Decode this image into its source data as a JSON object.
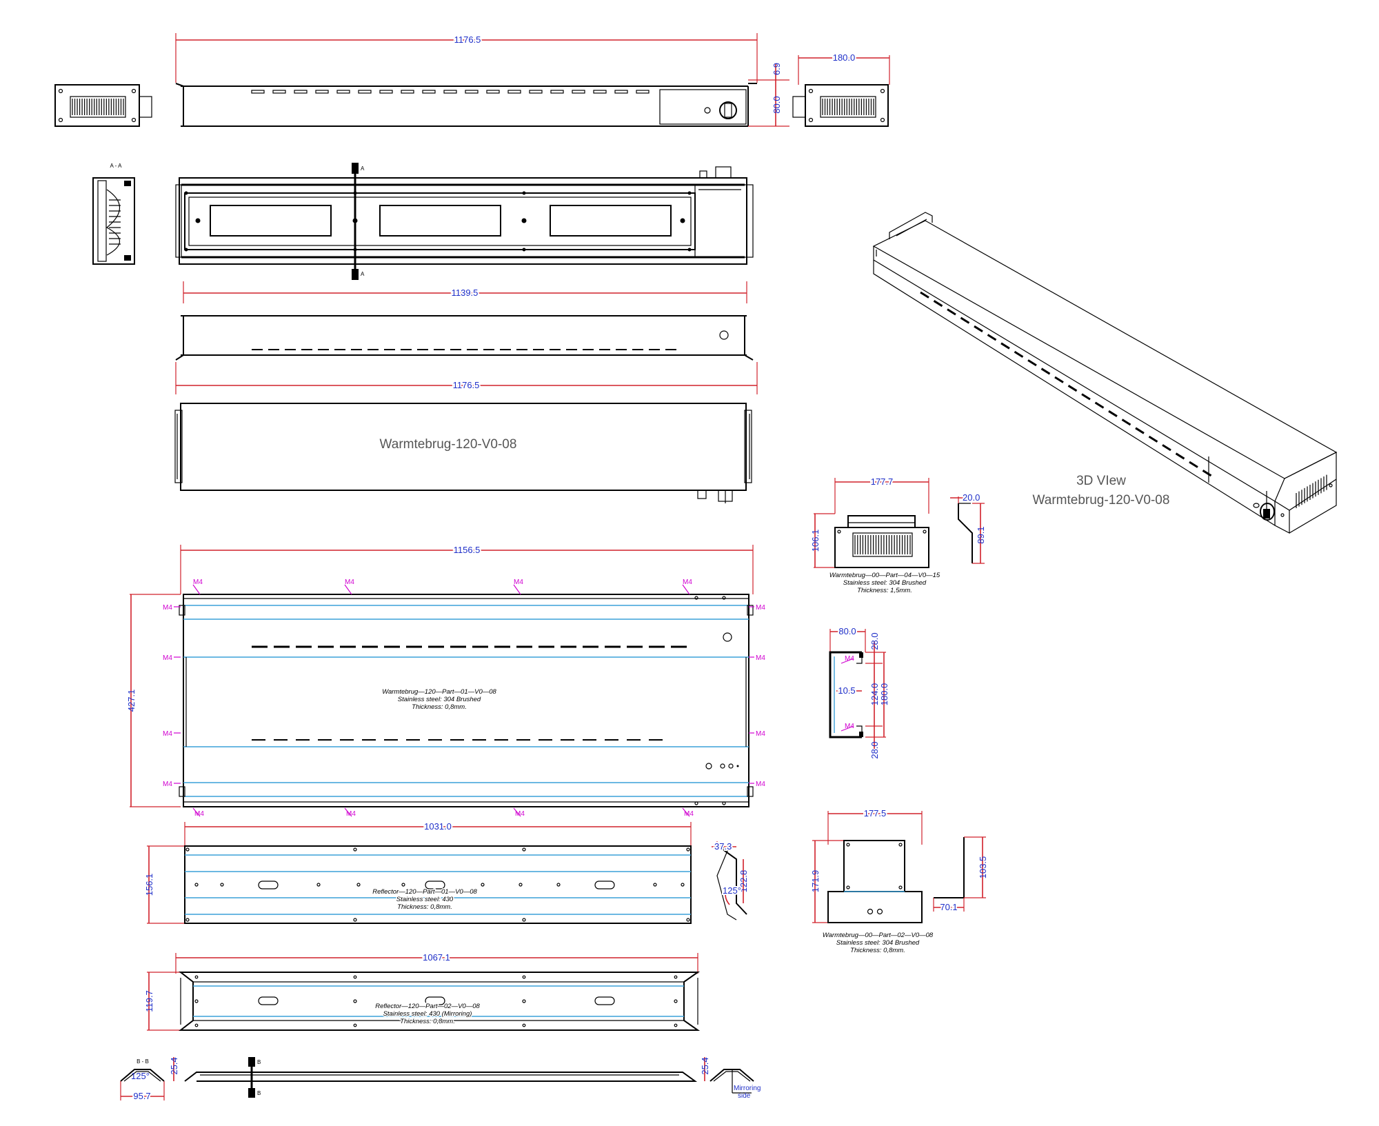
{
  "dimensions": {
    "top_length": "1176.5",
    "side_width": "180.0",
    "side_offset": "6.9",
    "height_80": "80.0",
    "inner_length": "1139.5",
    "mid_length": "1176.5",
    "part01_length": "1156.5",
    "part01_width": "427.1",
    "part04_width": "177.7",
    "part04_height": "106.1",
    "part04_flange": "20.0",
    "part04_depth": "89.1",
    "end_width": "80.0",
    "end_28_top": "28.0",
    "end_124": "124.0",
    "end_180": "180.0",
    "end_28_bottom": "28.0",
    "end_10_5": "10.5",
    "reflector1_length": "1031.0",
    "reflector1_width": "156.1",
    "reflector1_side_a": "37.3",
    "reflector1_side_b": "122.8",
    "angle_125": "125°",
    "part02_width": "177.5",
    "part02_height": "171.9",
    "part02_side_h": "103.5",
    "part02_side_w": "70.1",
    "reflector2_length": "1067.1",
    "reflector2_width": "119.7",
    "bottom_height_left": "25.4",
    "bottom_height_right": "25.4",
    "bottom_angle": "125°",
    "bottom_width": "95.7"
  },
  "labels": {
    "section_aa": "A - A",
    "section_bb": "B - B",
    "marker_a": "A",
    "marker_b": "B",
    "main_name": "Warmtebrug-120-V0-08",
    "view3d_line1": "3D VIew",
    "view3d_line2": "Warmtebrug-120-V0-08",
    "m4": "M4",
    "mirroring_1": "Mirroring",
    "mirroring_2": "side"
  },
  "notes": {
    "part01": [
      "Warmtebrug—120—Part—01—V0—08",
      "Stainless steel: 304 Brushed",
      "Thickness: 0,8mm."
    ],
    "part04": [
      "Warmtebrug—00—Part—04—V0—15",
      "Stainless steel: 304 Brushed",
      "Thickness: 1,5mm."
    ],
    "reflector1": [
      "Reflector—120—Part—01—V0—08",
      "Stainless steel: 430",
      "Thickness: 0,8mm."
    ],
    "part02": [
      "Warmtebrug—00—Part—02—V0—08",
      "Stainless steel: 304 Brushed",
      "Thickness: 0,8mm."
    ],
    "reflector2": [
      "Reflector—120—Part—02—V0—08",
      "Stainless steel: 430 (Mirroring)",
      "Thickness: 0,8mm."
    ]
  },
  "colors": {
    "dimension_line": "#d0202a",
    "dimension_text": "#1e2ec8",
    "thread_callout": "#d000d0",
    "bend_line": "#3aa0d8"
  }
}
